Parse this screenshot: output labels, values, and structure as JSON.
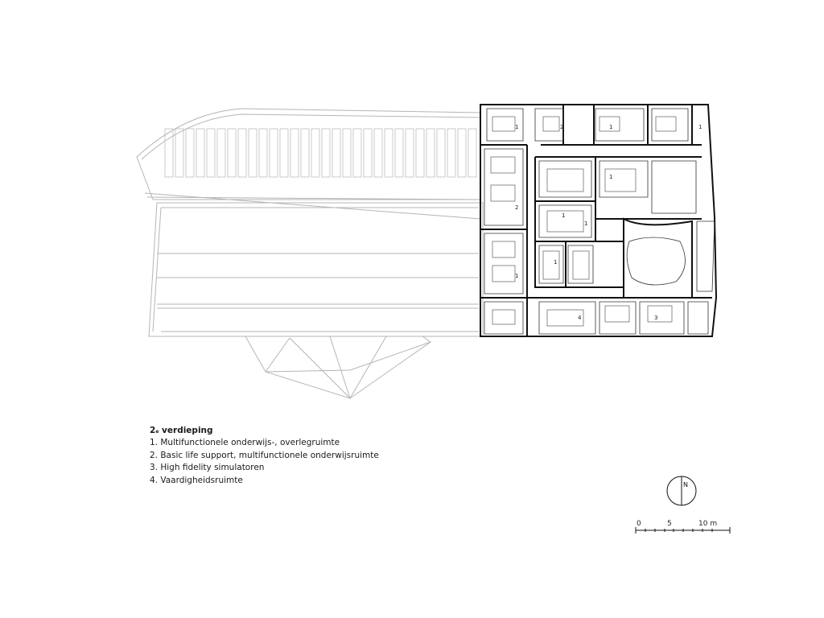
{
  "legend": {
    "title_main": "2",
    "title_sup": "e",
    "title_rest": " verdieping",
    "items": [
      "1. Multifunctionele onderwijs-, overlegruimte",
      "2. Basic life support, multifunctionele onderwijsruimte",
      "3. High fidelity simulatoren",
      "4. Vaardigheidsruimte"
    ]
  },
  "north_label": "N",
  "scale": {
    "labels": [
      "0",
      "5",
      "10 m"
    ]
  },
  "room_numbers": [
    "1",
    "2",
    "1",
    "1",
    "1",
    "1",
    "2",
    "1",
    "1",
    "1",
    "4",
    "3"
  ],
  "colors": {
    "wall": "#111111",
    "ghost": "#b5b5b5",
    "background": "#ffffff"
  }
}
